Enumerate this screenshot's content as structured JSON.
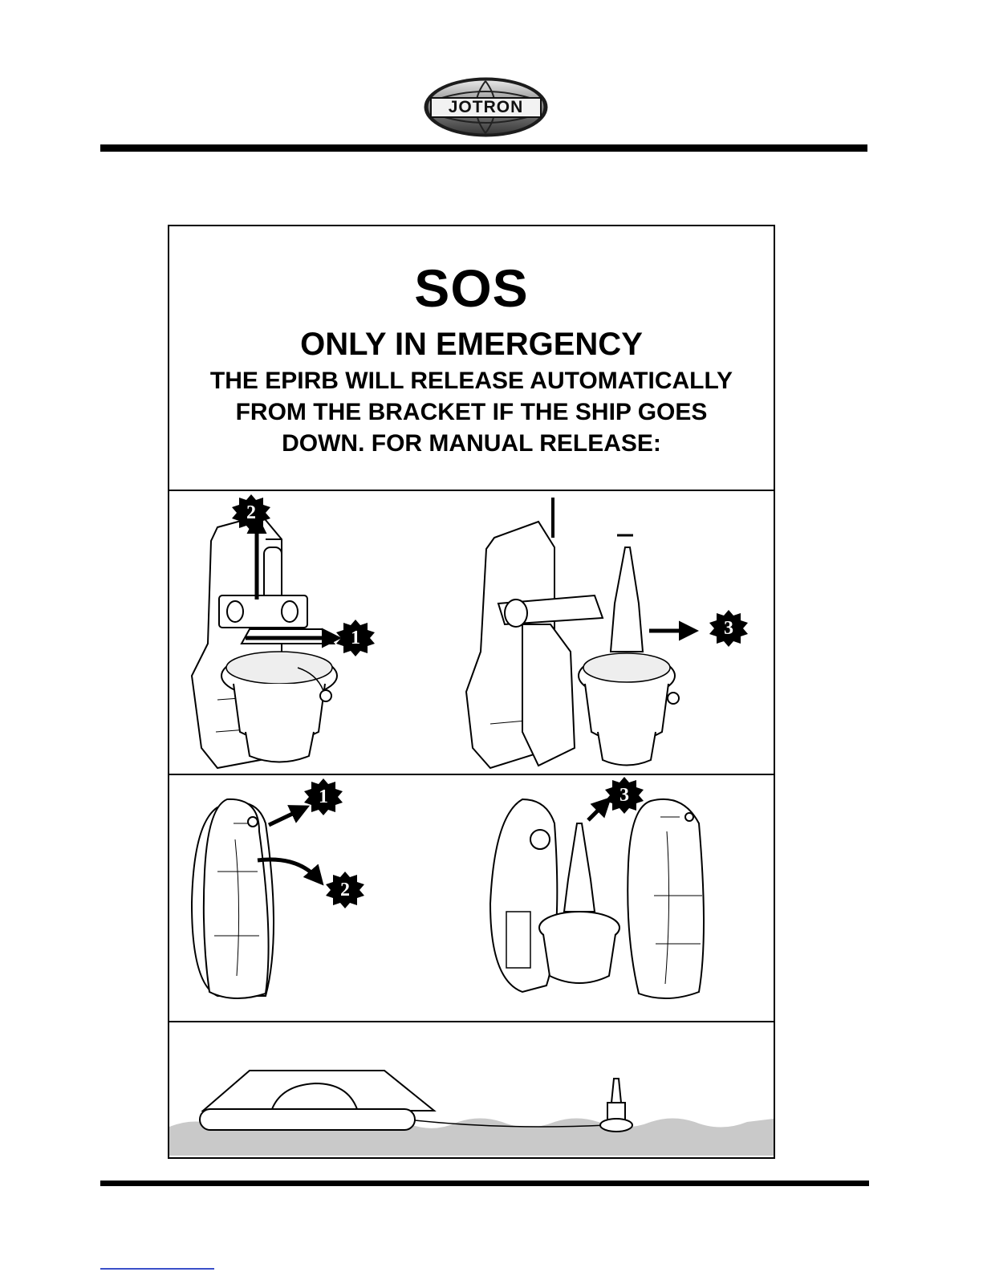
{
  "header": {
    "logo_text": "JOTRON"
  },
  "notice": {
    "title": "SOS",
    "subtitle": "ONLY IN EMERGENCY",
    "instruction_lines": [
      "THE EPIRB WILL RELEASE AUTOMATICALLY",
      "FROM THE BRACKET IF THE SHIP GOES",
      "DOWN. FOR MANUAL RELEASE:"
    ]
  },
  "steps": {
    "bracket": {
      "markers": [
        "2",
        "1",
        "3"
      ]
    },
    "container": {
      "markers": [
        "1",
        "2",
        "3"
      ]
    }
  },
  "colors": {
    "ink": "#000000",
    "sea": "#c9c9c9",
    "link": "#3a4fc9"
  }
}
